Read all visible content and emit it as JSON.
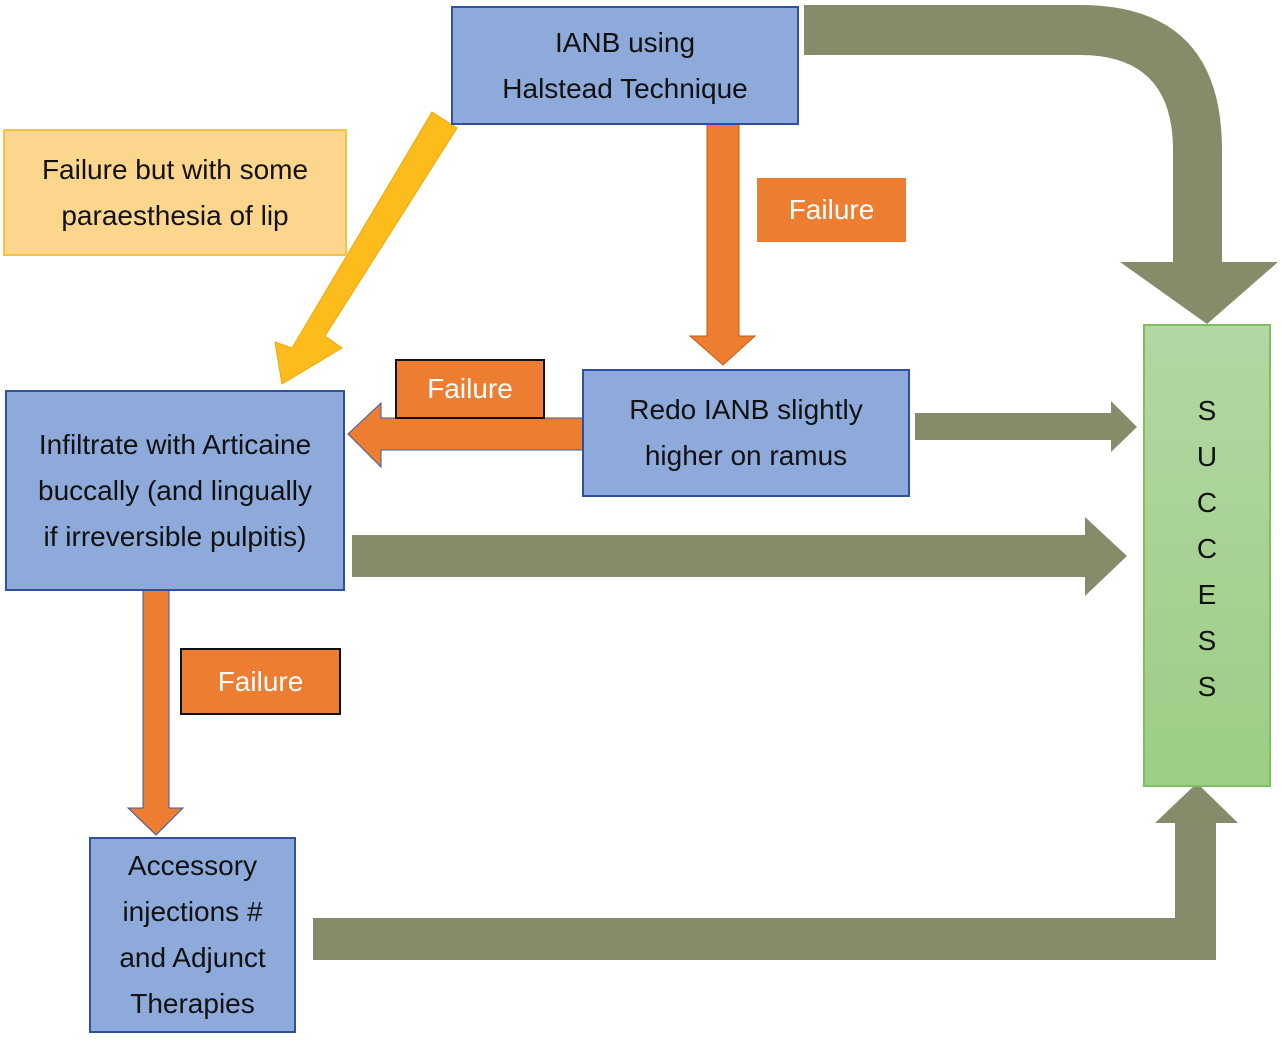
{
  "diagram": {
    "nodes": {
      "ianb": {
        "lines": [
          "IANB using",
          "Halstead Technique"
        ]
      },
      "paraesthesia": {
        "lines": [
          "Failure but with some",
          "paraesthesia of lip"
        ]
      },
      "redo": {
        "lines": [
          "Redo IANB slightly",
          "higher on ramus"
        ]
      },
      "infiltrate": {
        "lines": [
          "Infiltrate with Articaine",
          "buccally (and lingually",
          "if irreversible pulpitis)"
        ]
      },
      "accessory": {
        "lines": [
          "Accessory",
          "injections #",
          "and Adjunct",
          "Therapies"
        ]
      },
      "success": {
        "letters": [
          "S",
          "U",
          "C",
          "C",
          "E",
          "S",
          "S"
        ]
      }
    },
    "labels": {
      "failure_1": "Failure",
      "failure_2": "Failure",
      "failure_3": "Failure"
    },
    "colors": {
      "process_fill": "#8eaadb",
      "process_border": "#2f4fa0",
      "failure_orange": "#ed7d31",
      "partial_yellow": "#fdd68d",
      "yellow_arrow": "#fbbc1c",
      "success_green": "#a9d18e",
      "success_arrow": "#848c69"
    },
    "edges": [
      {
        "from": "ianb",
        "to": "success",
        "type": "success"
      },
      {
        "from": "ianb",
        "to": "redo",
        "type": "failure"
      },
      {
        "from": "ianb",
        "to": "infiltrate",
        "type": "partial-failure"
      },
      {
        "from": "redo",
        "to": "infiltrate",
        "type": "failure"
      },
      {
        "from": "redo",
        "to": "success",
        "type": "success"
      },
      {
        "from": "infiltrate",
        "to": "success",
        "type": "success"
      },
      {
        "from": "infiltrate",
        "to": "accessory",
        "type": "failure"
      },
      {
        "from": "accessory",
        "to": "success",
        "type": "success"
      }
    ]
  }
}
